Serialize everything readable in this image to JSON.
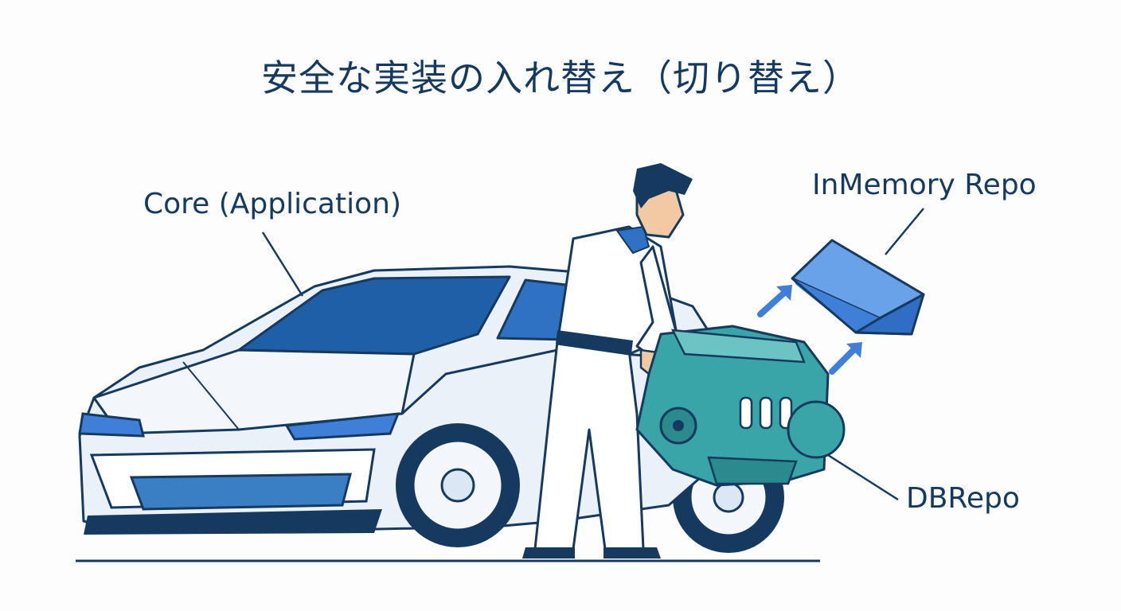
{
  "title": "安全な実装の入れ替え（切り替え）",
  "labels": {
    "core": "Core (Application)",
    "inmemory": "InMemory Repo",
    "db": "DBRepo"
  },
  "colors": {
    "navy": "#163a5f",
    "blue": "#3f7fd8",
    "teal": "#3aa5a8",
    "body": "#eaf1f9"
  }
}
